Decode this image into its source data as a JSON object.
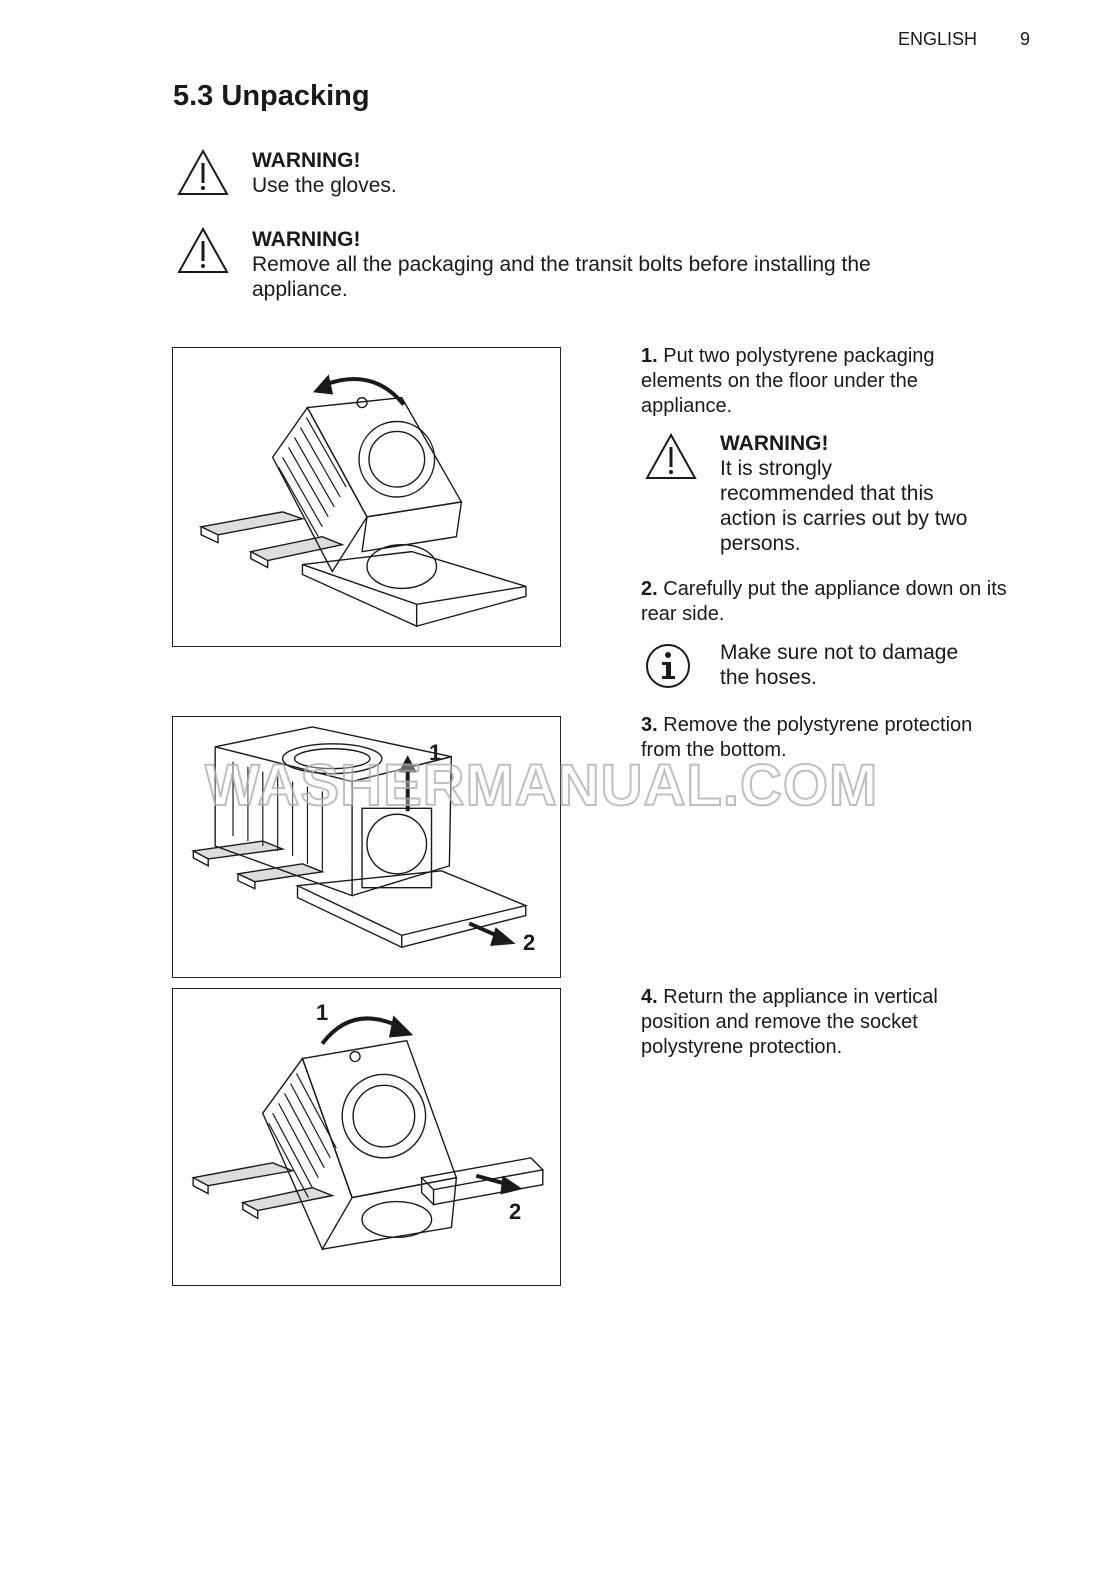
{
  "header": {
    "language": "ENGLISH",
    "page_number": "9"
  },
  "section": {
    "title": "5.3 Unpacking"
  },
  "warnings": [
    {
      "title": "WARNING!",
      "body": "Use the gloves."
    },
    {
      "title": "WARNING!",
      "body_line1": "Remove all the packaging and the transit bolts before installing the",
      "body_line2": "appliance."
    }
  ],
  "steps": [
    {
      "number": "1.",
      "lines": [
        " Put two polystyrene packaging",
        "elements on the floor under the",
        "appliance."
      ]
    },
    {
      "number": "2.",
      "lines": [
        " Carefully put the appliance down on its",
        "rear side."
      ]
    },
    {
      "number": "3.",
      "lines": [
        " Remove the polystyrene protection",
        "from the bottom."
      ]
    },
    {
      "number": "4.",
      "lines": [
        " Return the appliance in vertical",
        "position and remove the socket",
        "polystyrene protection."
      ]
    }
  ],
  "step1_warning": {
    "title": "WARNING!",
    "lines": [
      "It is strongly",
      "recommended that this",
      "action is carries out by two",
      "persons."
    ]
  },
  "step2_info": {
    "lines": [
      "Make sure not to damage",
      "the hoses."
    ]
  },
  "figure2_labels": {
    "arrow_up": "1",
    "arrow_out": "2"
  },
  "figure3_labels": {
    "arrow_rotate": "1",
    "arrow_out": "2"
  },
  "watermark": "WASHERMANUAL.COM",
  "icons": {
    "warning": "warning-triangle-icon",
    "info": "info-circle-icon"
  }
}
